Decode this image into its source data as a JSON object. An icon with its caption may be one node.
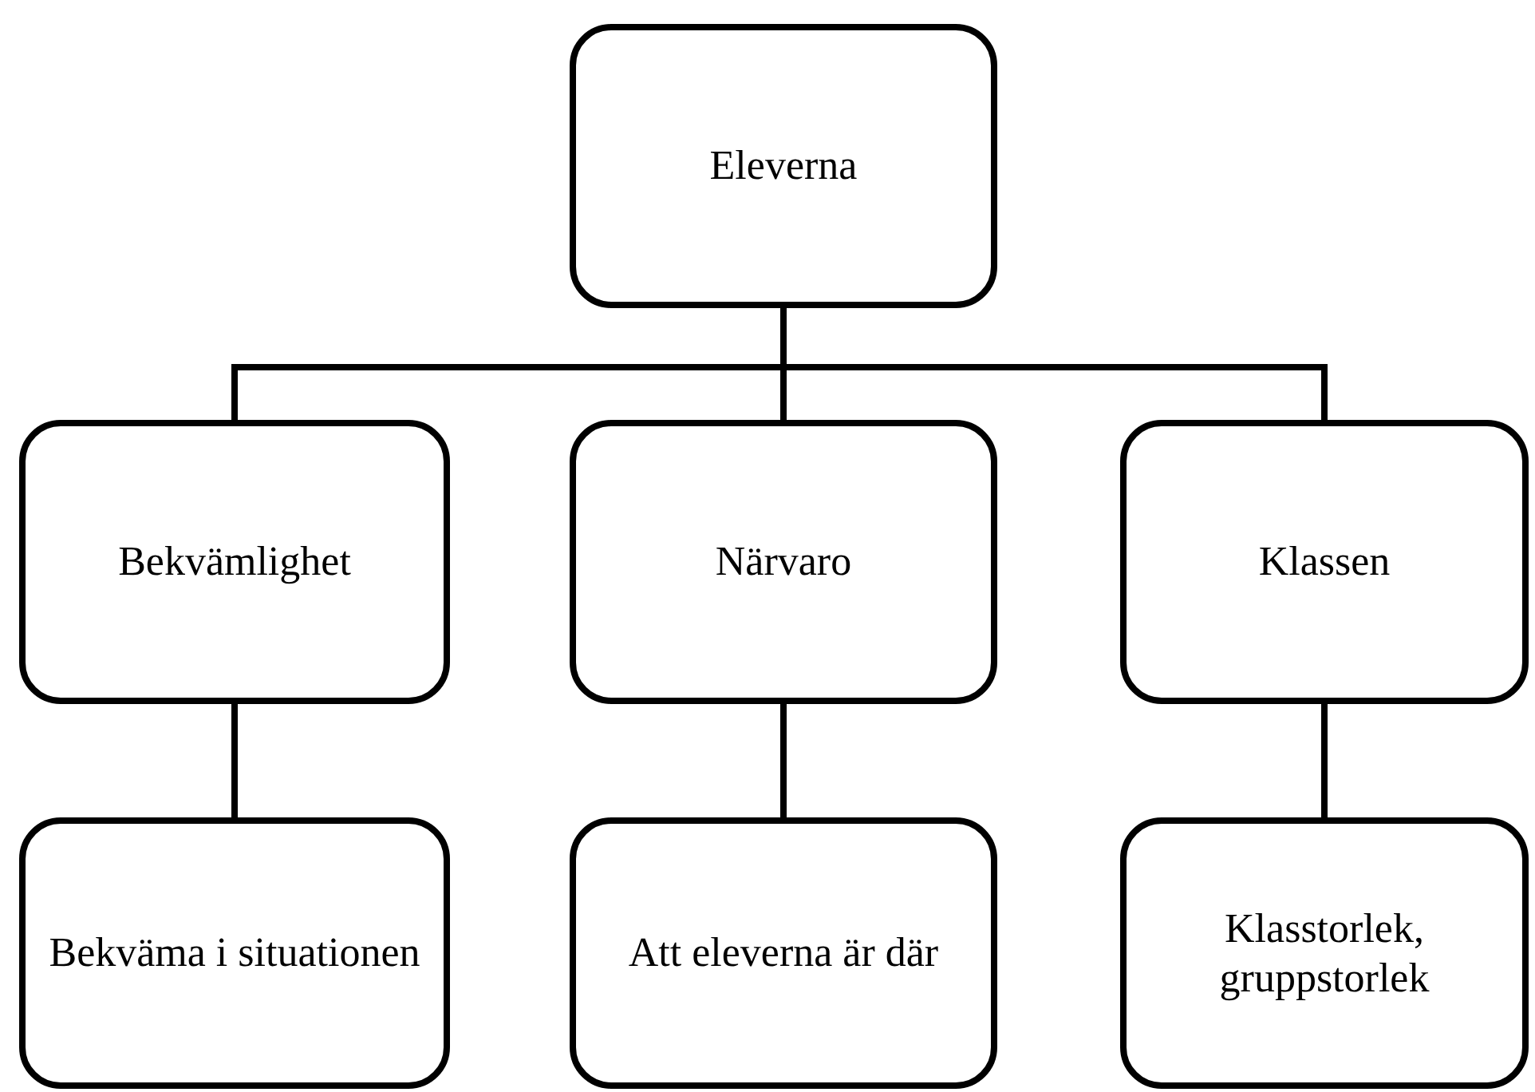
{
  "diagram": {
    "nodes": [
      {
        "text": [
          "Eleverna"
        ]
      },
      {
        "text": [
          "Bekvämlighet"
        ]
      },
      {
        "text": [
          "Närvaro"
        ]
      },
      {
        "text": [
          "Klassen"
        ]
      },
      {
        "text": [
          "Bekväma i situationen"
        ]
      },
      {
        "text": [
          "Att eleverna är där"
        ]
      },
      {
        "text": [
          "Klasstorlek, gruppstorlek"
        ]
      }
    ],
    "edges": [
      {
        "from": 0,
        "to": 1,
        "arrow": "none"
      },
      {
        "from": 0,
        "to": 2,
        "arrow": "none"
      },
      {
        "from": 0,
        "to": 3,
        "arrow": "none"
      },
      {
        "from": 1,
        "to": 4,
        "arrow": "none"
      },
      {
        "from": 2,
        "to": 5,
        "arrow": "none"
      },
      {
        "from": 3,
        "to": 6,
        "arrow": "none"
      }
    ]
  }
}
